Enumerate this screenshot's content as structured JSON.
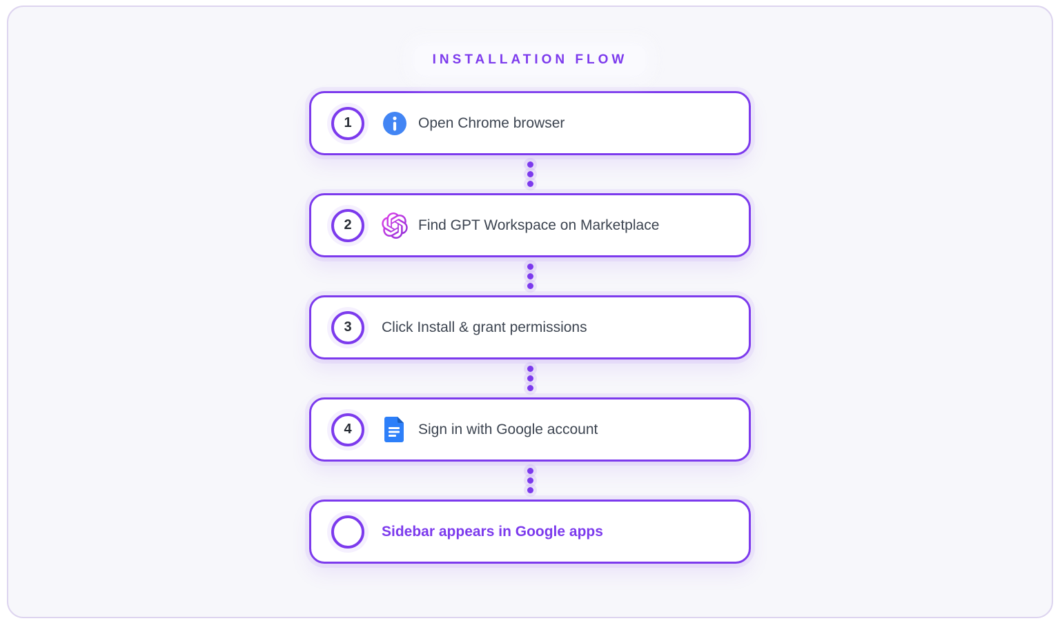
{
  "page": {
    "title": "INSTALLATION FLOW"
  },
  "colors": {
    "accent_purple": "#7c3aed",
    "frame_background": "#f7f7fb",
    "frame_border": "#ddd4ef",
    "box_background": "#ffffff",
    "label_text": "#3c4450",
    "info_icon_blue": "#4285f4",
    "docs_icon_blue": "#2d7ff9",
    "gpt_logo_gradient_start": "#e241e9",
    "gpt_logo_gradient_end": "#8b2fd6"
  },
  "flow": {
    "steps": [
      {
        "number": "1",
        "icon": "info-icon",
        "label": "Open Chrome browser"
      },
      {
        "number": "2",
        "icon": "gpt-workspace-logo-icon",
        "label": "Find GPT Workspace on Marketplace"
      },
      {
        "number": "3",
        "icon": "",
        "label": "Click Install & grant permissions"
      },
      {
        "number": "4",
        "icon": "google-docs-icon",
        "label": "Sign in with Google account"
      },
      {
        "number": "",
        "icon": "",
        "label": "Sidebar appears in Google apps",
        "highlight": true
      }
    ]
  }
}
